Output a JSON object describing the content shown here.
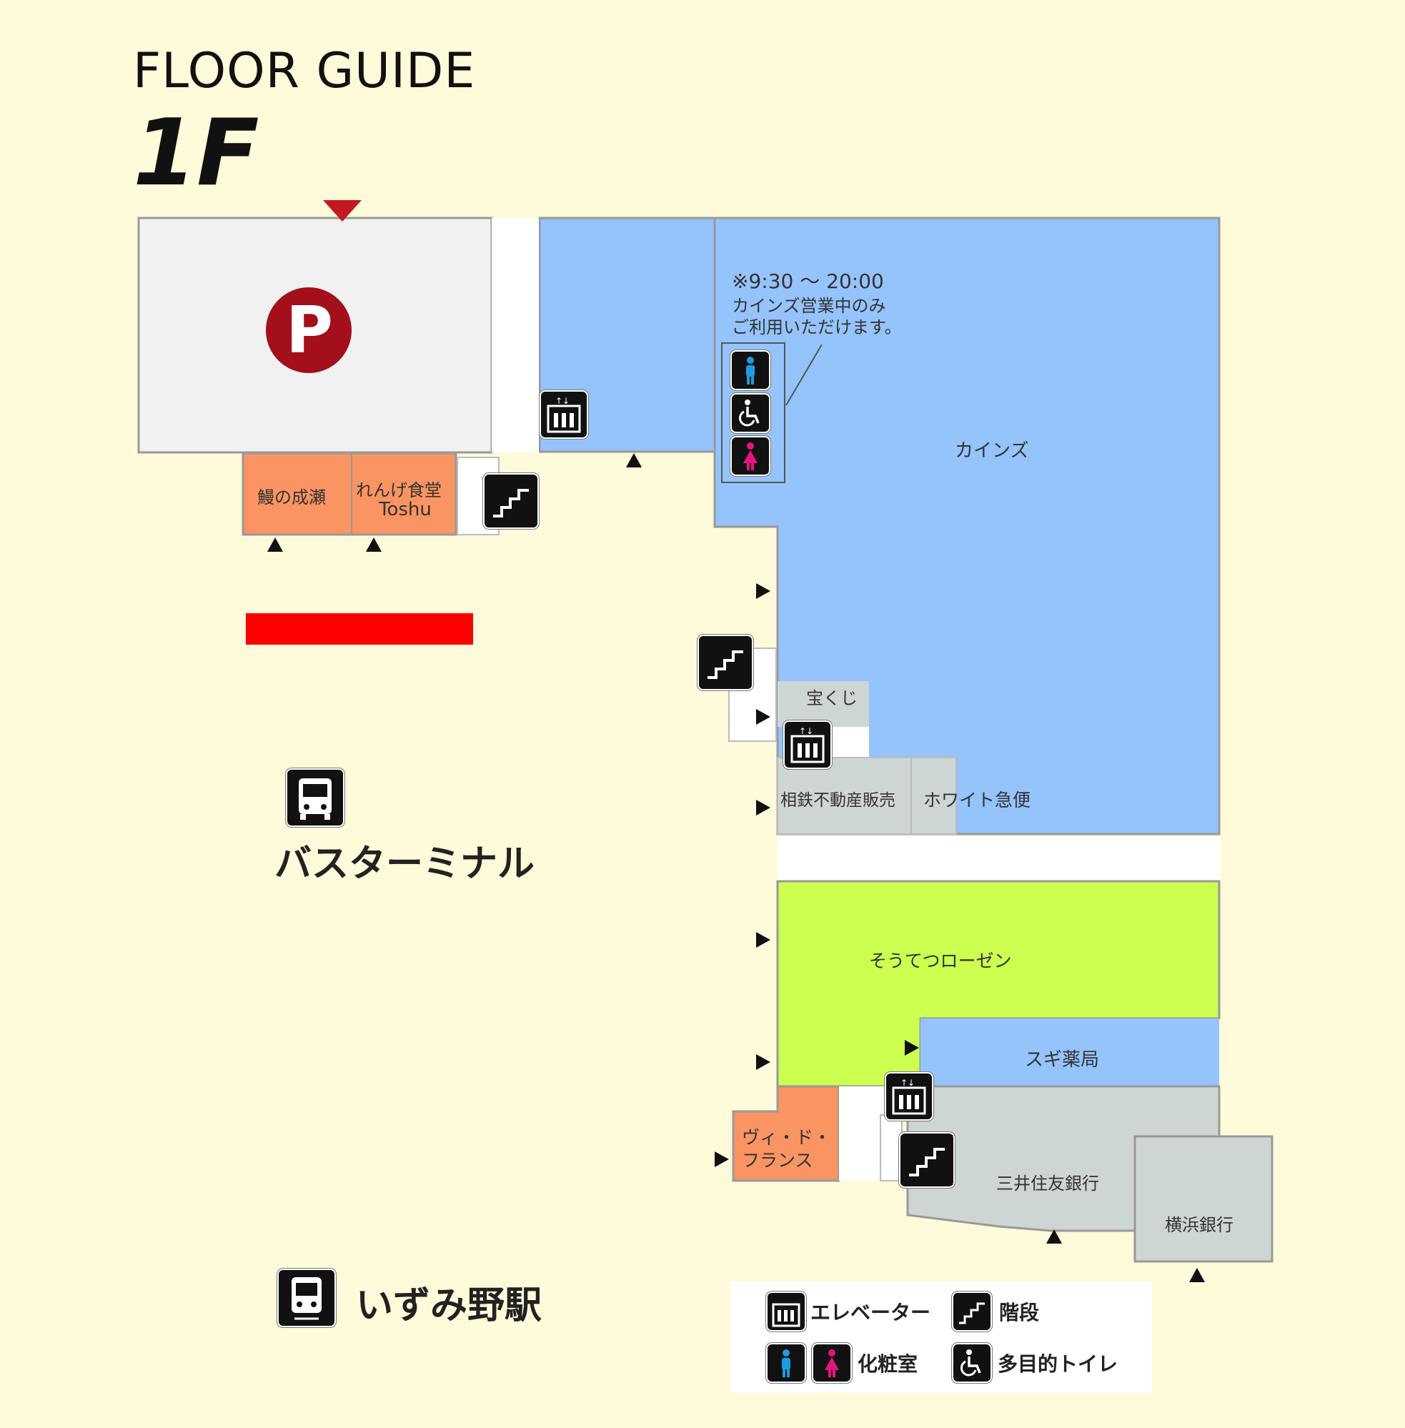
{
  "header": {
    "title": "FLOOR GUIDE",
    "floor": "1F"
  },
  "parking": {
    "icon": "parking-icon",
    "letter": "P",
    "color": "#a30f1a"
  },
  "shops": {
    "unagi": "鰻の成瀬",
    "renge_1": "れんげ食堂",
    "renge_2": "Toshu",
    "cainz": "カインズ",
    "takarakuji": "宝くじ",
    "sotetsu_realty": "相鉄不動産販売",
    "white_kyubin": "ホワイト急便",
    "sotetsu_rosen": "そうてつローゼン",
    "sugi": "スギ薬局",
    "vie_1": "ヴィ・ド・",
    "vie_2": "フランス",
    "smbc": "三井住友銀行",
    "yokohama_bank": "横浜銀行"
  },
  "notice": {
    "line1": "※9:30 ～ 20:00",
    "line2": "カインズ営業中のみ",
    "line3": "ご利用いただけます。"
  },
  "places": {
    "bus_terminal": "バスターミナル",
    "station": "いずみ野駅"
  },
  "legend": {
    "elevator": "エレベーター",
    "stairs": "階段",
    "restroom": "化粧室",
    "multipurpose": "多目的トイレ"
  },
  "colors": {
    "background": "#fefada",
    "parking_area": "#f1f1f1",
    "cainz_blue": "#95c3fb",
    "rosen_green": "#ccff4f",
    "restaurant_orange": "#fa9462",
    "service_grey": "#cdd6d5",
    "red_marker": "#ff0000",
    "male_blue": "#1a9ee2",
    "female_pink": "#e4147f"
  }
}
